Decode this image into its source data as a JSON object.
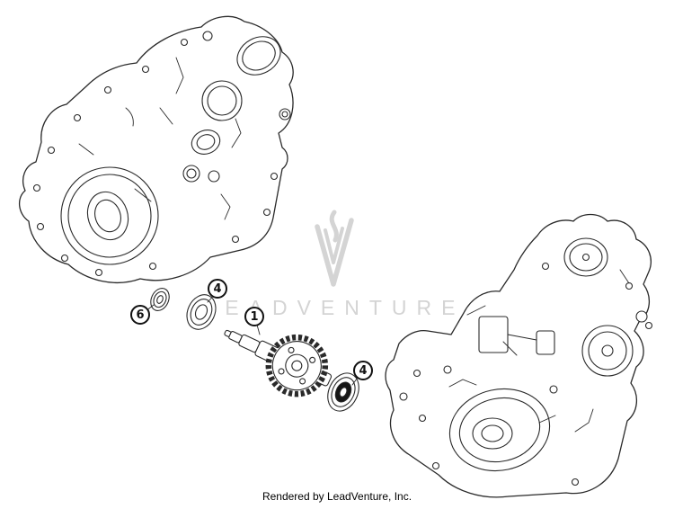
{
  "watermark": {
    "text": "LEADVENTURE"
  },
  "footer": {
    "text": "Rendered by LeadVenture, Inc."
  },
  "callouts": [
    {
      "id": "1"
    },
    {
      "id": "4"
    },
    {
      "id": "4"
    },
    {
      "id": "6"
    }
  ],
  "colors": {
    "line": "#2a2a2a",
    "watermark": "#d4d4d4"
  }
}
